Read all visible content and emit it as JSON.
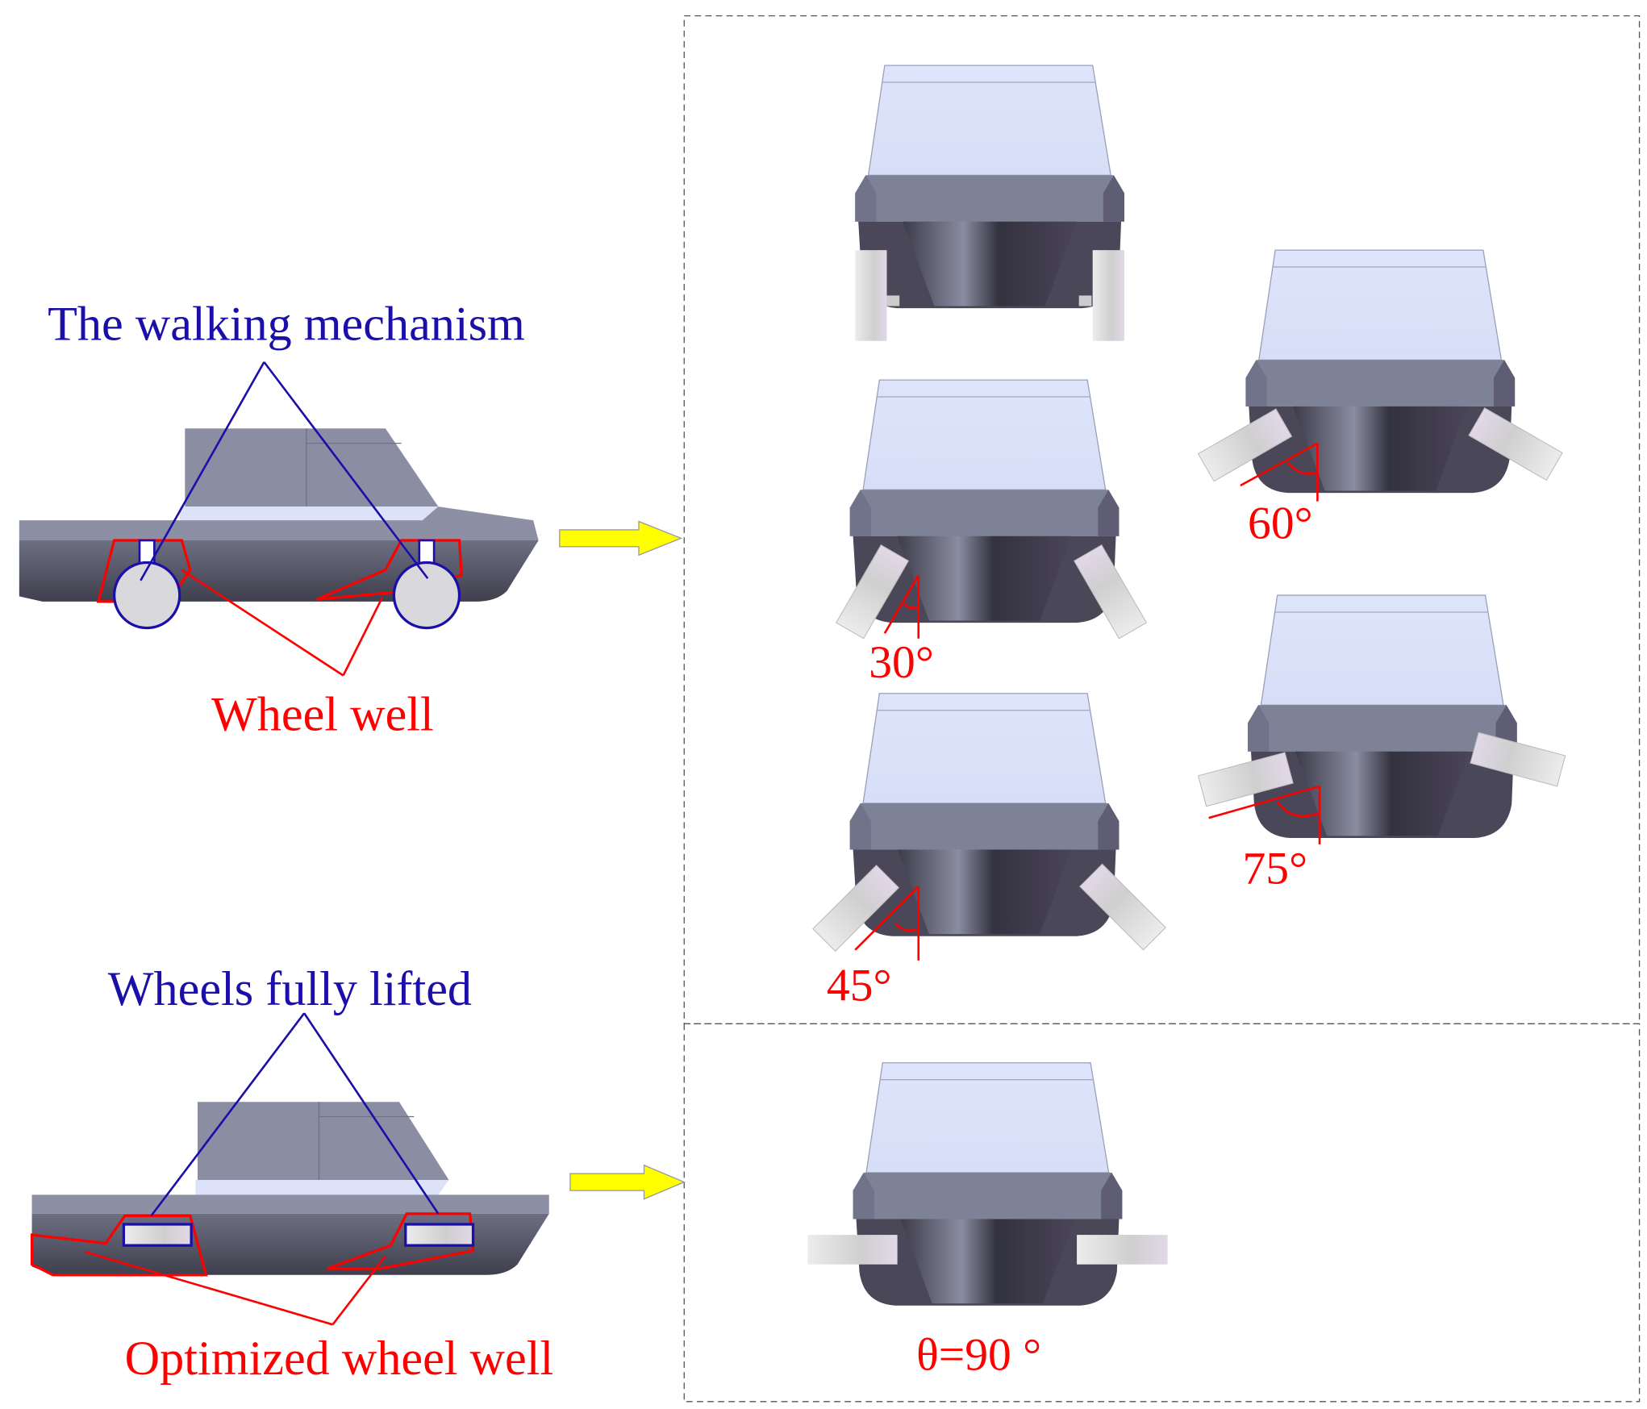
{
  "labels": {
    "walking_mechanism": "The walking mechanism",
    "wheel_well": "Wheel well",
    "wheels_fully_lifted": "Wheels fully lifted",
    "optimized_wheel_well": "Optimized wheel well"
  },
  "angles": {
    "a30": "30°",
    "a45": "45°",
    "a60": "60°",
    "a75": "75°",
    "a90": "θ=90 °"
  },
  "colors": {
    "annotation_blue": "#1a0fa8",
    "annotation_red": "#ff0000",
    "arrow_yellow": "#ffff00"
  }
}
